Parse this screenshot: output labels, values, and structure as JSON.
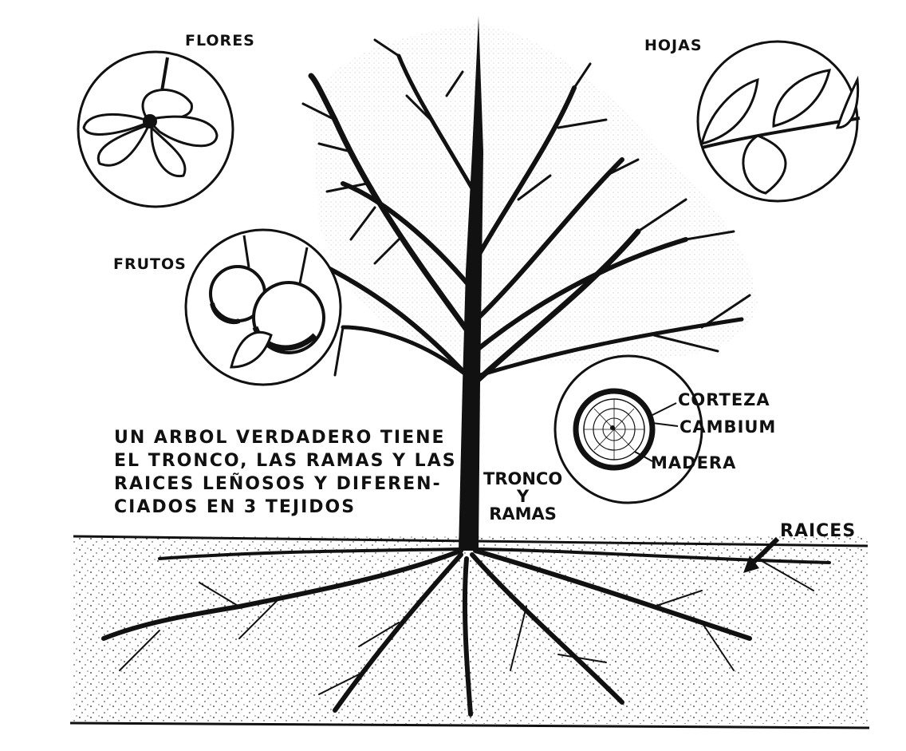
{
  "labels": {
    "flores": "FLORES",
    "hojas": "HOJAS",
    "frutos": "FRUTOS",
    "corteza": "CORTEZA",
    "cambium": "CAMBIUM",
    "madera": "MADERA",
    "tronco_line1": "TRONCO",
    "tronco_line2": "Y",
    "tronco_line3": "RAMAS",
    "raices": "RAICES"
  },
  "caption": {
    "line1": "UN ARBOL VERDADERO TIENE",
    "line2": "EL TRONCO, LAS RAMAS Y LAS",
    "line3": "RAICES LEÑOSOS Y DIFEREN-",
    "line4": "CIADOS EN 3 TEJIDOS"
  },
  "colors": {
    "ink": "#111111",
    "paper": "#ffffff",
    "soil_speckle": "#222222"
  }
}
